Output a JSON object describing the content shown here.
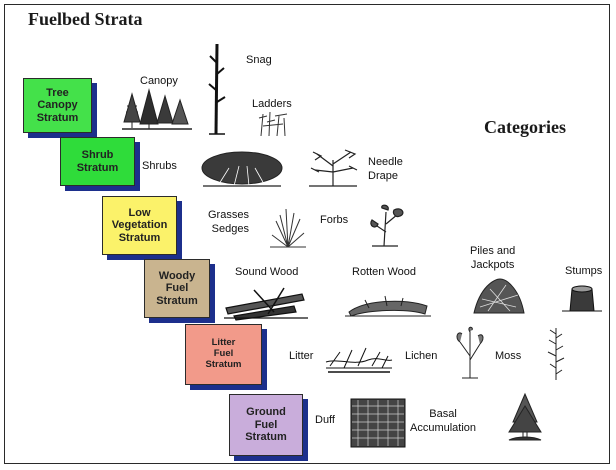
{
  "title": "Fuelbed Strata",
  "categories_heading": "Categories",
  "colors": {
    "tree": "#44e14a",
    "shrub": "#2fdc3a",
    "low": "#fbf26a",
    "woody": "#c9b48f",
    "litter": "#f29a8a",
    "ground": "#c9addb",
    "shadow": "#1c2f8c"
  },
  "strata": [
    {
      "id": "tree",
      "label": "Tree\nCanopy\nStratum"
    },
    {
      "id": "shrub",
      "label": "Shrub\nStratum"
    },
    {
      "id": "low",
      "label": "Low\nVegetation\nStratum"
    },
    {
      "id": "woody",
      "label": "Woody\nFuel\nStratum"
    },
    {
      "id": "litter",
      "label": "Litter\nFuel\nStratum"
    },
    {
      "id": "ground",
      "label": "Ground\nFuel\nStratum"
    }
  ],
  "categories": {
    "canopy": "Canopy",
    "snag": "Snag",
    "ladders": "Ladders",
    "shrubs": "Shrubs",
    "needle_drape": "Needle\nDrape",
    "grasses_sedges": "Grasses\nSedges",
    "forbs": "Forbs",
    "sound_wood": "Sound Wood",
    "rotten_wood": "Rotten Wood",
    "piles_jackpots": "Piles and\nJackpots",
    "stumps": "Stumps",
    "litter": "Litter",
    "lichen": "Lichen",
    "moss": "Moss",
    "duff": "Duff",
    "basal_accumulation": "Basal\nAccumulation"
  }
}
